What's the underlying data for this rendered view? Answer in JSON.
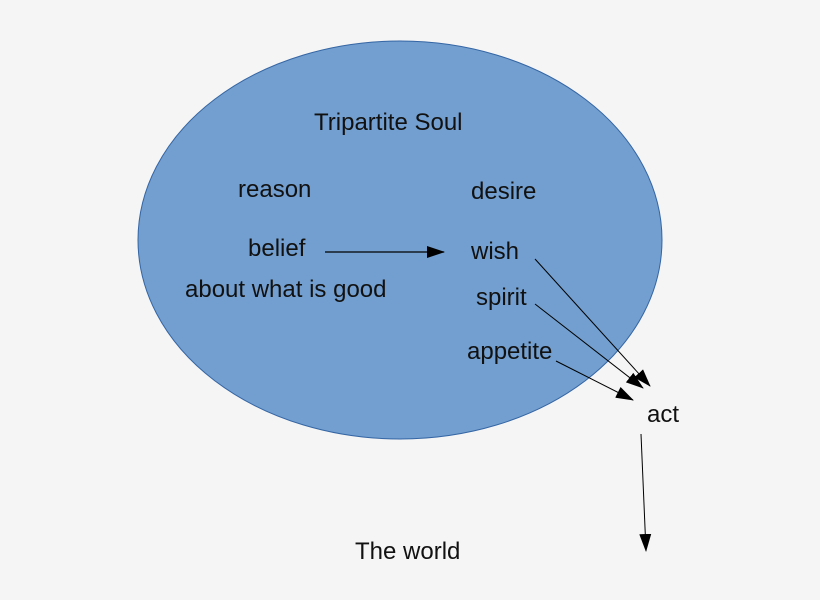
{
  "diagram": {
    "title": "Tripartite Soul",
    "colors": {
      "background": "#f5f5f5",
      "ellipse_fill": "#729fcf",
      "ellipse_stroke": "#3465a4",
      "text": "#111111",
      "arrow": "#000000"
    },
    "nodes": {
      "reason": "reason",
      "desire": "desire",
      "belief": "belief",
      "about": "about what is good",
      "wish": "wish",
      "spirit": "spirit",
      "appetite": "appetite",
      "act": "act",
      "world": "The world"
    },
    "edges": [
      {
        "from": "belief",
        "to": "wish"
      },
      {
        "from": "wish",
        "to": "act"
      },
      {
        "from": "spirit",
        "to": "act"
      },
      {
        "from": "appetite",
        "to": "act"
      },
      {
        "from": "act",
        "to": "The world"
      }
    ]
  }
}
